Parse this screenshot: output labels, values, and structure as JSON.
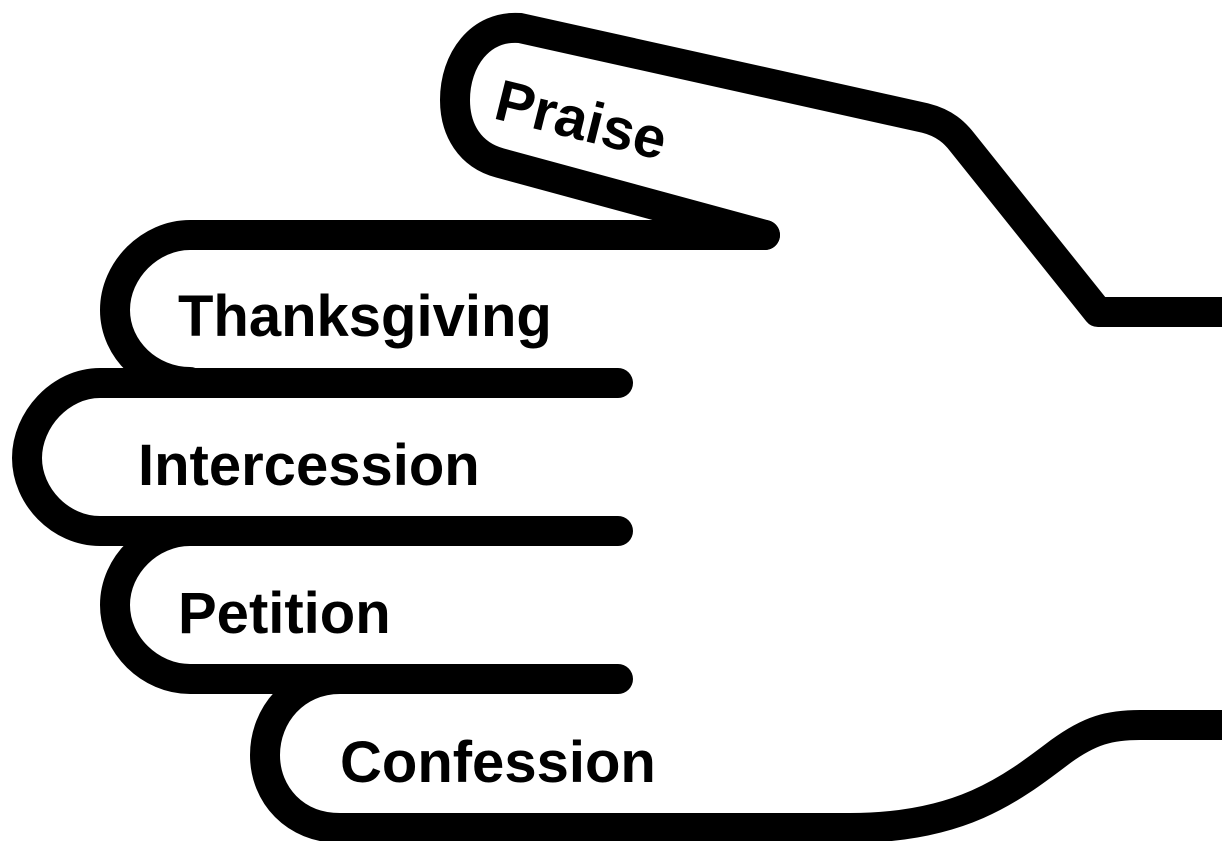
{
  "diagram": {
    "fingers": [
      {
        "id": "thumb",
        "label": "Praise"
      },
      {
        "id": "index",
        "label": "Thanksgiving"
      },
      {
        "id": "middle",
        "label": "Intercession"
      },
      {
        "id": "ring",
        "label": "Petition"
      },
      {
        "id": "pinky",
        "label": "Confession"
      }
    ],
    "colors": {
      "outline": "#000000",
      "background": "#ffffff",
      "text": "#000000"
    }
  }
}
